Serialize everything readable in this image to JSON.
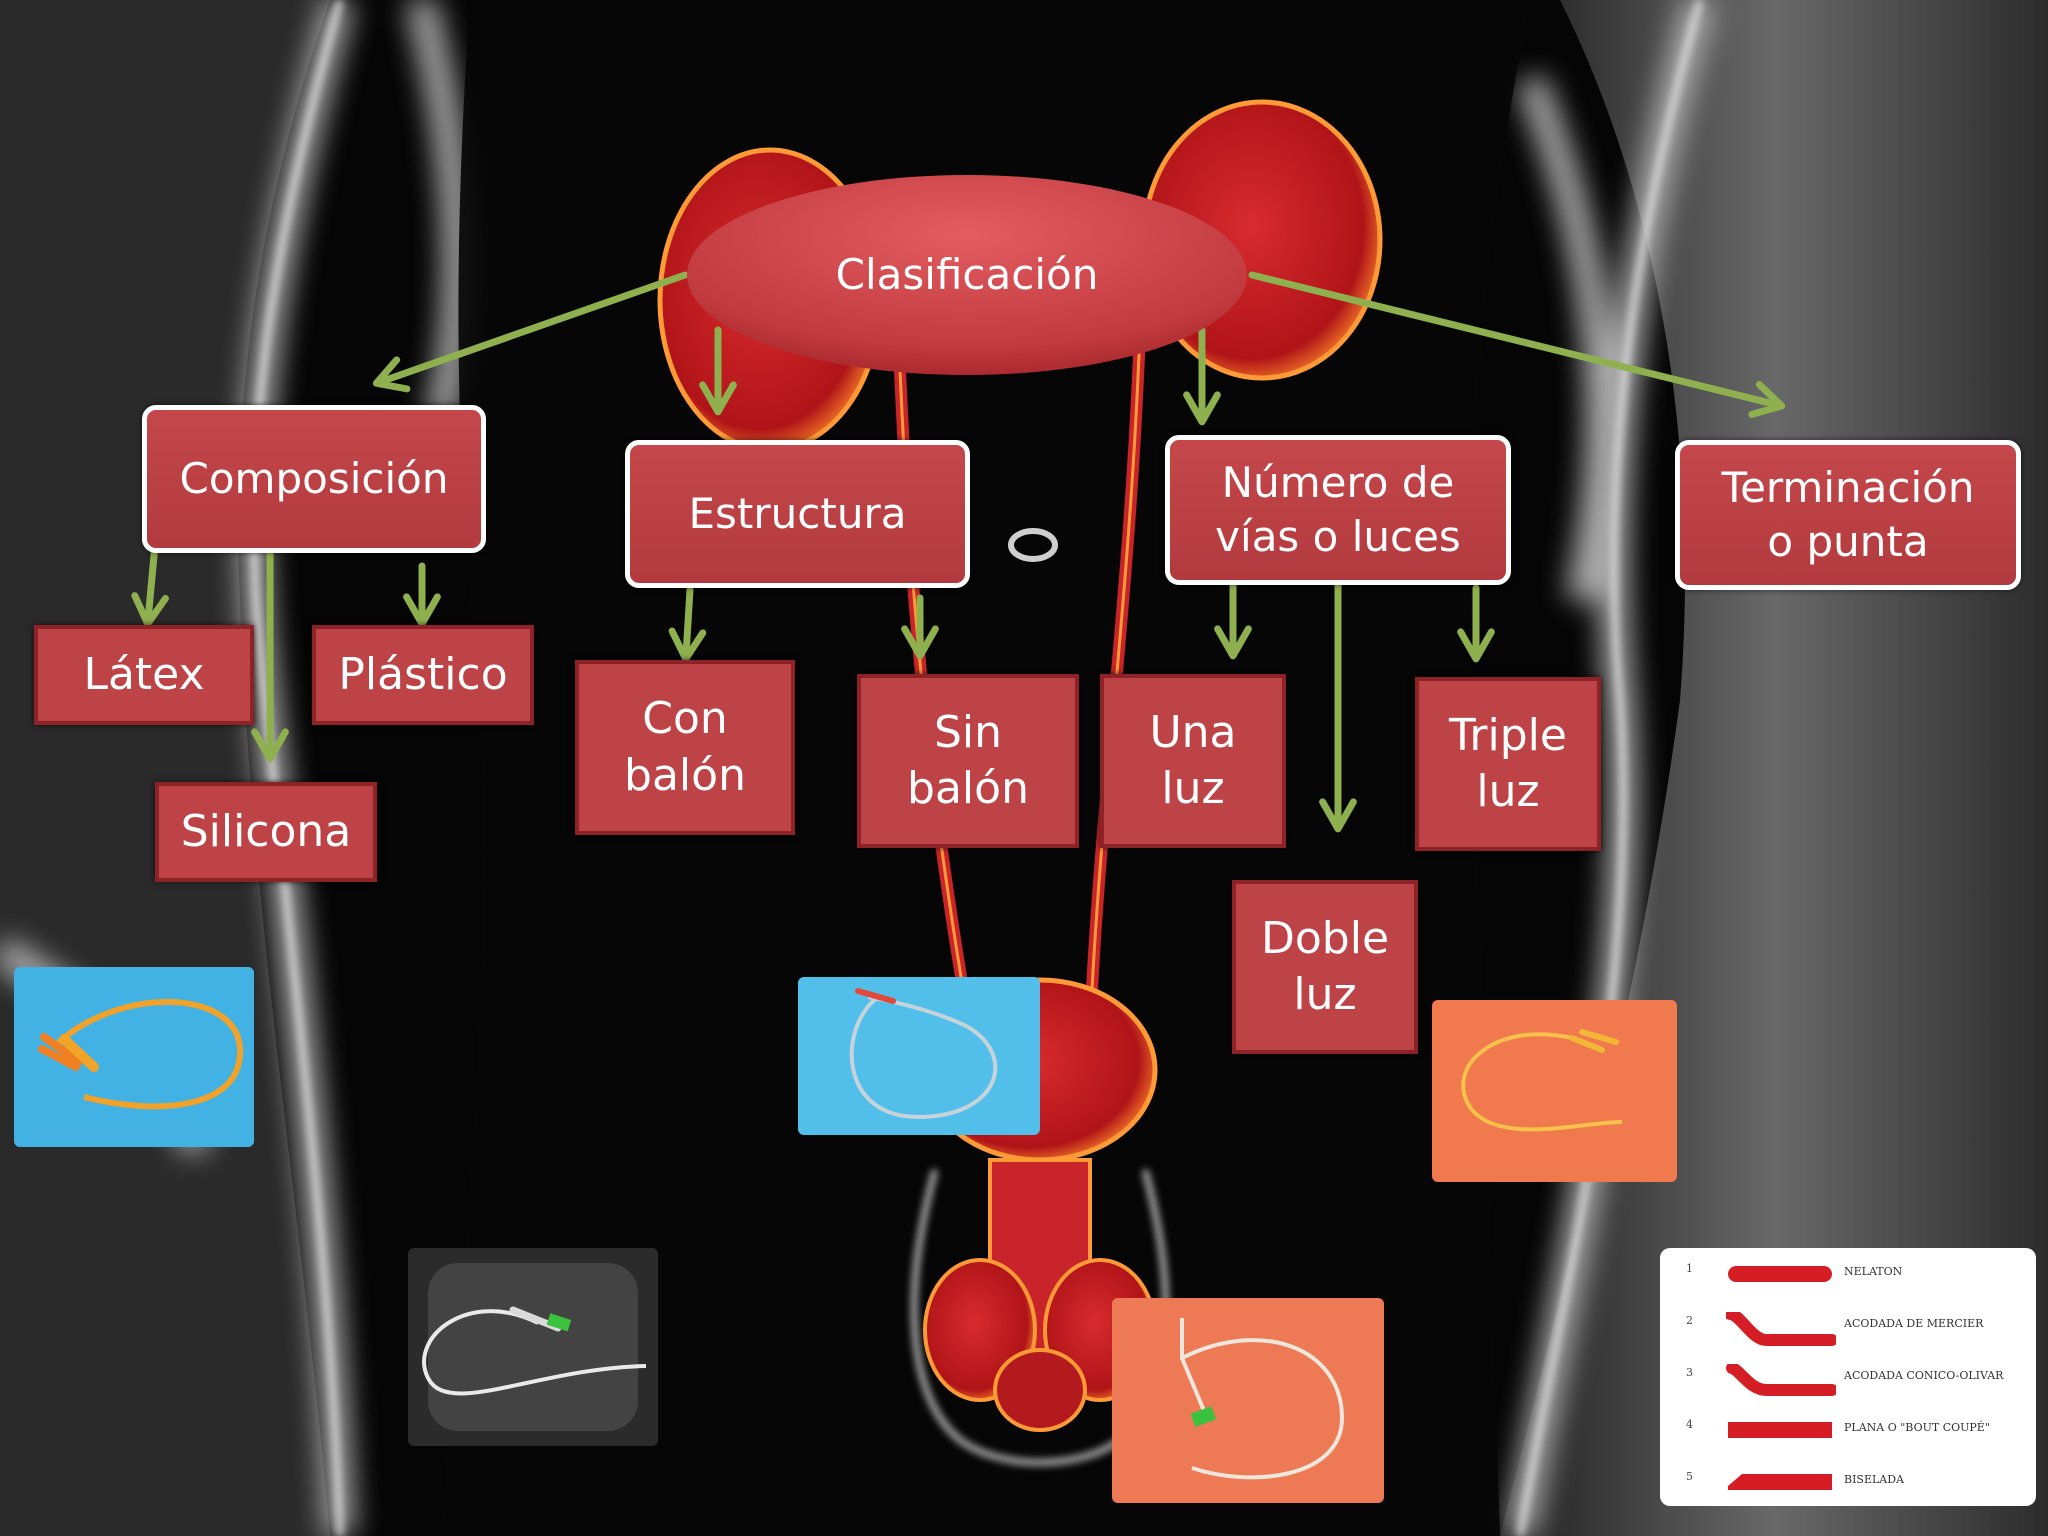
{
  "root": {
    "label": "Clasificación"
  },
  "categories": {
    "composicion": "Composición",
    "estructura": "Estructura",
    "numero_line1": "Número de",
    "numero_line2": "vías o luces",
    "terminacion_line1": "Terminación",
    "terminacion_line2": "o punta"
  },
  "leaves": {
    "latex": "Látex",
    "plastico": "Plástico",
    "silicona": "Silicona",
    "con_balon_line1": "Con",
    "con_balon_line2": "balón",
    "sin_balon_line1": "Sin",
    "sin_balon_line2": "balón",
    "una_luz_line1": "Una",
    "una_luz_line2": "luz",
    "doble_luz_line1": "Doble",
    "doble_luz_line2": "luz",
    "triple_luz_line1": "Triple",
    "triple_luz_line2": "luz"
  },
  "tip_legend": {
    "items": [
      {
        "num": "1",
        "label": "NELATON"
      },
      {
        "num": "2",
        "label": "ACODADA DE MERCIER"
      },
      {
        "num": "3",
        "label": "ACODADA CONICO-OLIVAR"
      },
      {
        "num": "4",
        "label": "PLANA O \"BOUT COUPÉ\""
      },
      {
        "num": "5",
        "label": "BISELADA"
      }
    ]
  },
  "colors": {
    "arrow": "#8fb04e",
    "box_fill": "#bd4347",
    "box_border_dark": "#8e2327",
    "box_border_light": "#ffffff",
    "organ": "#c8242a"
  },
  "icons": {
    "arrows": "arrow-down-icon",
    "photos": "catheter-photo"
  }
}
